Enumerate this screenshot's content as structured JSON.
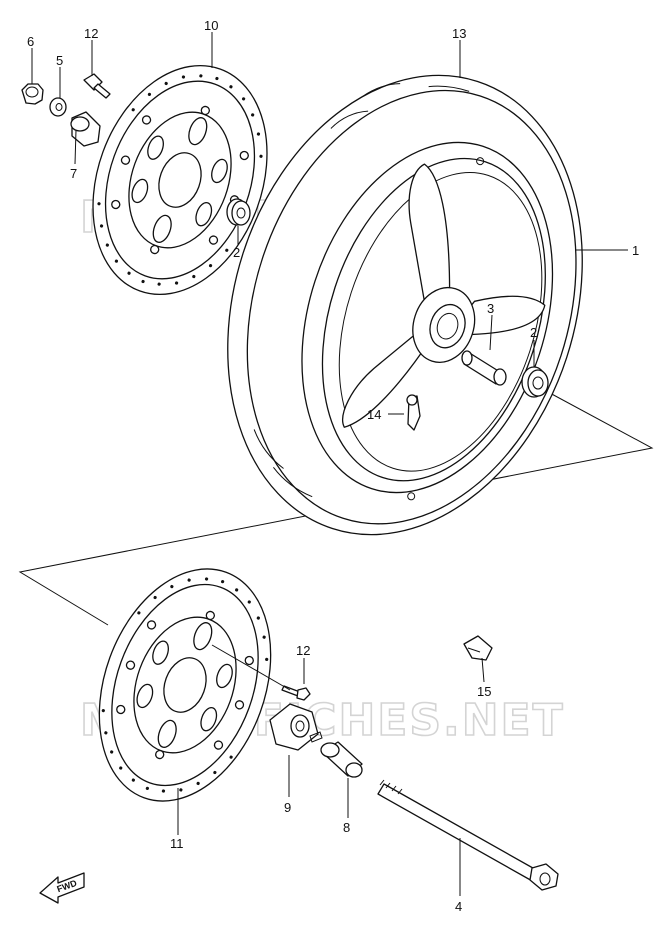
{
  "watermark": "MICROFICHES.NET",
  "fwd_label": "FWD",
  "callouts": {
    "c1": "1",
    "c2a": "2",
    "c2b": "2",
    "c3": "3",
    "c4": "4",
    "c5": "5",
    "c6": "6",
    "c7": "7",
    "c8": "8",
    "c9": "9",
    "c10": "10",
    "c11": "11",
    "c12a": "12",
    "c12b": "12",
    "c13": "13",
    "c14": "14",
    "c15": "15"
  }
}
